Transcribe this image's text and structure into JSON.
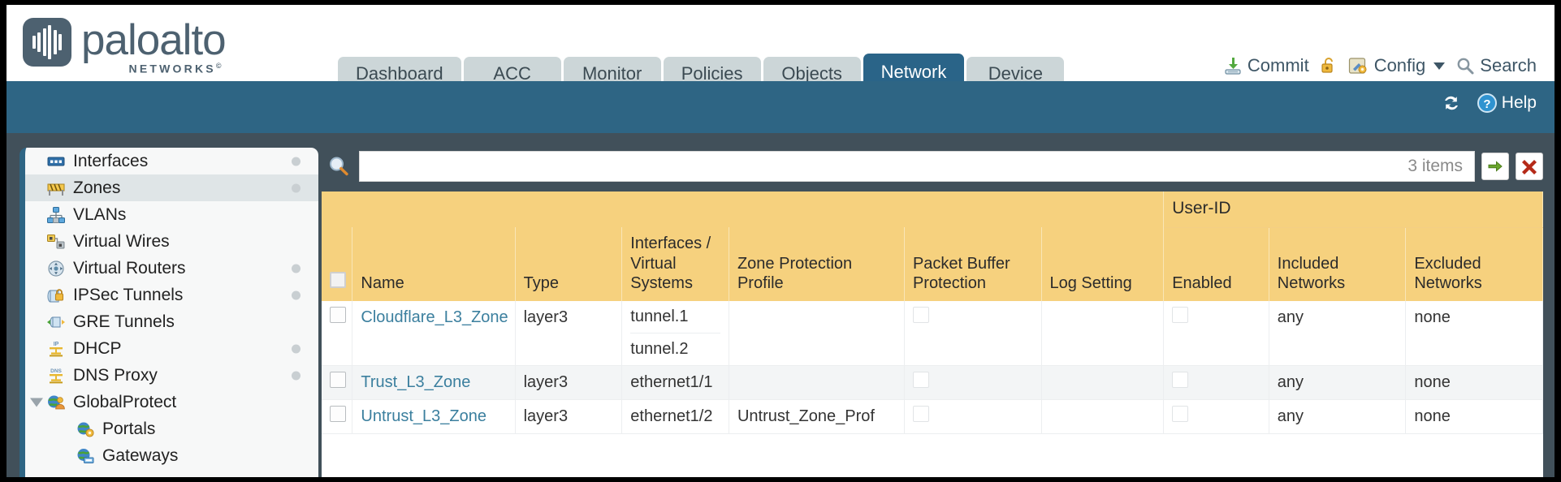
{
  "brand": {
    "word": "paloalto",
    "sub": "NETWORKS",
    "sub_mark": "©"
  },
  "nav": {
    "tabs": [
      {
        "label": "Dashboard",
        "active": false
      },
      {
        "label": "ACC",
        "active": false
      },
      {
        "label": "Monitor",
        "active": false
      },
      {
        "label": "Policies",
        "active": false
      },
      {
        "label": "Objects",
        "active": false
      },
      {
        "label": "Network",
        "active": true
      },
      {
        "label": "Device",
        "active": false
      }
    ]
  },
  "top_actions": {
    "commit": "Commit",
    "config": "Config",
    "search": "Search"
  },
  "blue_bar": {
    "help": "Help"
  },
  "sidebar": {
    "items": [
      {
        "label": "Interfaces",
        "icon": "interfaces-icon",
        "selected": false,
        "dot": true,
        "child": false,
        "twisty": false
      },
      {
        "label": "Zones",
        "icon": "zones-icon",
        "selected": true,
        "dot": true,
        "child": false,
        "twisty": false
      },
      {
        "label": "VLANs",
        "icon": "vlans-icon",
        "selected": false,
        "dot": false,
        "child": false,
        "twisty": false
      },
      {
        "label": "Virtual Wires",
        "icon": "virtual-wires-icon",
        "selected": false,
        "dot": false,
        "child": false,
        "twisty": false
      },
      {
        "label": "Virtual Routers",
        "icon": "virtual-routers-icon",
        "selected": false,
        "dot": true,
        "child": false,
        "twisty": false
      },
      {
        "label": "IPSec Tunnels",
        "icon": "ipsec-tunnels-icon",
        "selected": false,
        "dot": true,
        "child": false,
        "twisty": false
      },
      {
        "label": "GRE Tunnels",
        "icon": "gre-tunnels-icon",
        "selected": false,
        "dot": false,
        "child": false,
        "twisty": false
      },
      {
        "label": "DHCP",
        "icon": "dhcp-icon",
        "selected": false,
        "dot": true,
        "child": false,
        "twisty": false
      },
      {
        "label": "DNS Proxy",
        "icon": "dns-proxy-icon",
        "selected": false,
        "dot": true,
        "child": false,
        "twisty": false
      },
      {
        "label": "GlobalProtect",
        "icon": "globalprotect-icon",
        "selected": false,
        "dot": false,
        "child": false,
        "twisty": true
      },
      {
        "label": "Portals",
        "icon": "portals-icon",
        "selected": false,
        "dot": false,
        "child": true,
        "twisty": false
      },
      {
        "label": "Gateways",
        "icon": "gateways-icon",
        "selected": false,
        "dot": false,
        "child": true,
        "twisty": false
      }
    ]
  },
  "search": {
    "value": "",
    "placeholder": "",
    "item_count": "3 items",
    "apply_icon": "arrow-right-icon",
    "clear_icon": "close-x-icon"
  },
  "table": {
    "group_header": "User-ID",
    "columns": [
      "Name",
      "Type",
      "Interfaces / Virtual Systems",
      "Zone Protection Profile",
      "Packet Buffer Protection",
      "Log Setting",
      "Enabled",
      "Included Networks",
      "Excluded Networks"
    ],
    "rows": [
      {
        "name": "Cloudflare_L3_Zone",
        "type": "layer3",
        "interfaces": [
          "tunnel.1",
          "tunnel.2"
        ],
        "zone_protection_profile": "",
        "packet_buffer_protection": false,
        "log_setting": "",
        "userid_enabled": false,
        "included_networks": "any",
        "excluded_networks": "none"
      },
      {
        "name": "Trust_L3_Zone",
        "type": "layer3",
        "interfaces": [
          "ethernet1/1"
        ],
        "zone_protection_profile": "",
        "packet_buffer_protection": false,
        "log_setting": "",
        "userid_enabled": false,
        "included_networks": "any",
        "excluded_networks": "none"
      },
      {
        "name": "Untrust_L3_Zone",
        "type": "layer3",
        "interfaces": [
          "ethernet1/2"
        ],
        "zone_protection_profile": "Untrust_Zone_Prof",
        "packet_buffer_protection": false,
        "log_setting": "",
        "userid_enabled": false,
        "included_networks": "any",
        "excluded_networks": "none"
      }
    ]
  },
  "colors": {
    "brand_slate": "#4d6170",
    "nav_active": "#2a6488",
    "nav_tab": "#ccd6d8",
    "blue_band": "#2e6584",
    "body_backdrop": "#41505a",
    "table_header": "#f6d17e",
    "table_group_header": "#e0b44e",
    "link": "#3b7f9e"
  }
}
